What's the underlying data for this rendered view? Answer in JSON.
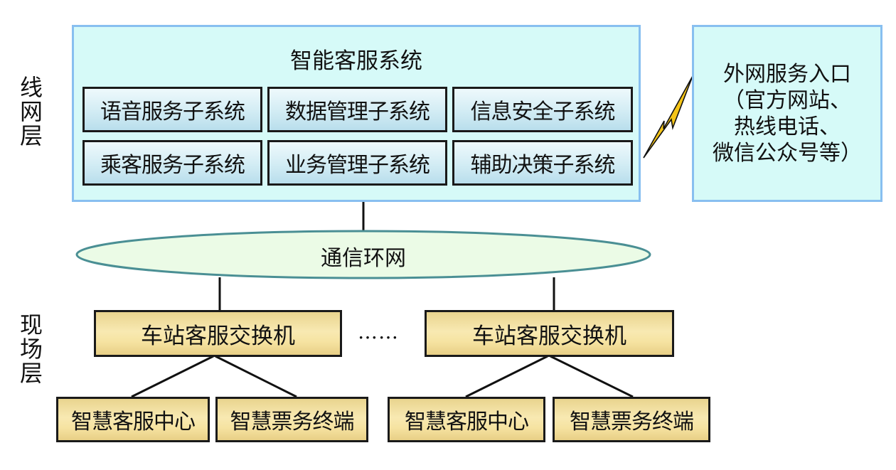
{
  "layers": {
    "line_network": "线网层",
    "field": "现场层"
  },
  "central_system": {
    "title": "智能客服系统",
    "subsystems": [
      "语音服务子系统",
      "数据管理子系统",
      "信息安全子系统",
      "乘客服务子系统",
      "业务管理子系统",
      "辅助决策子系统"
    ]
  },
  "external_portal": {
    "lines": [
      "外网服务入口",
      "（官方网站、",
      "热线电话、",
      "微信公众号等）"
    ],
    "link_icon": "lightning-bolt-icon"
  },
  "ring_network": {
    "label": "通信环网"
  },
  "stations": [
    {
      "switch": "车站客服交换机",
      "terminals": [
        "智慧客服中心",
        "智慧票务终端"
      ]
    },
    {
      "switch": "车站客服交换机",
      "terminals": [
        "智慧客服中心",
        "智慧票务终端"
      ]
    }
  ],
  "ellipsis": "……",
  "colors": {
    "panel_fill": "#d6faf8",
    "panel_border": "#88bff0",
    "ring_fill": "#ebfbe6",
    "ring_border": "#4a8f94",
    "station_fill": "#f6e3a1",
    "bolt_fill": "#f5c518"
  }
}
